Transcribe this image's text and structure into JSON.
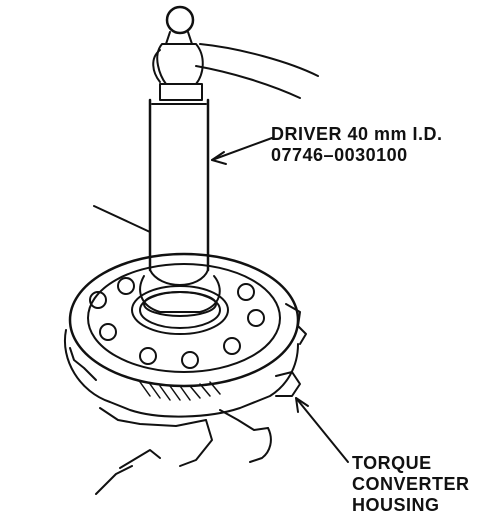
{
  "labels": {
    "driver": {
      "line1": "DRIVER 40 mm I.D.",
      "line2": "07746–0030100"
    },
    "housing": {
      "line1": "TORQUE",
      "line2": "CONVERTER",
      "line3": "HOUSING"
    }
  },
  "colors": {
    "ink": "#111111",
    "paper": "#ffffff"
  }
}
